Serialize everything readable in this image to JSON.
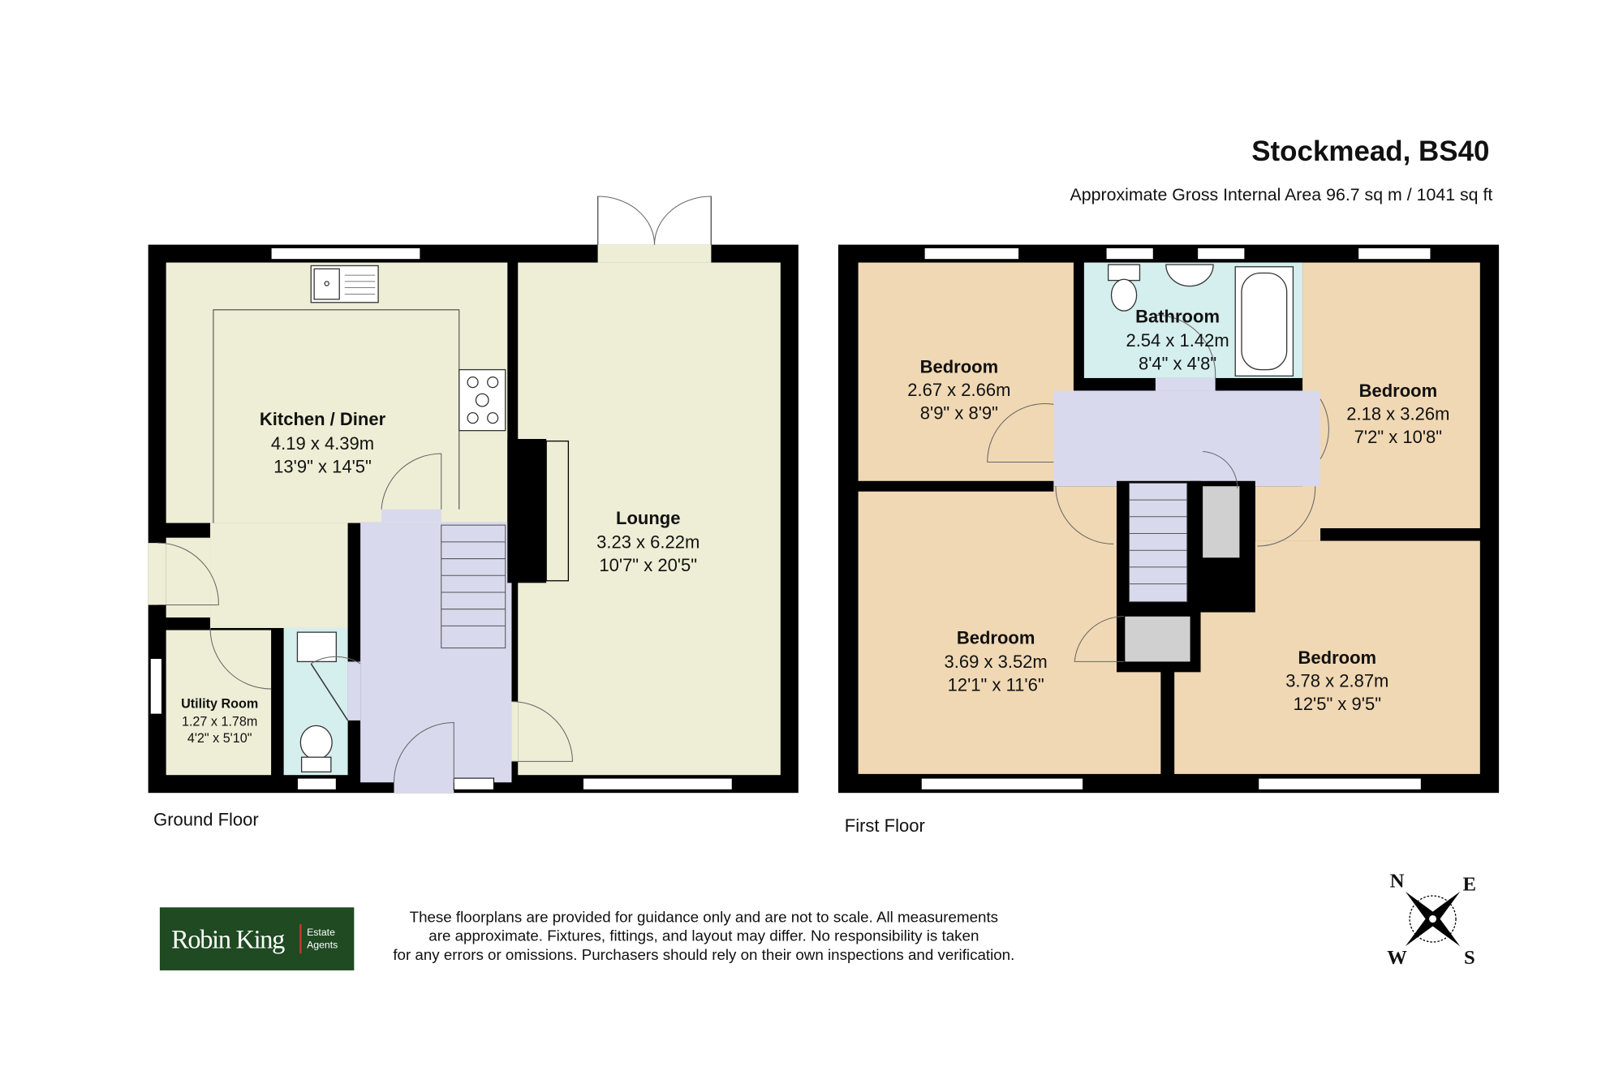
{
  "header": {
    "title": "Stockmead, BS40",
    "area": "Approximate Gross Internal Area 96.7 sq m / 1041 sq ft"
  },
  "ground_floor": {
    "label": "Ground Floor",
    "rooms": [
      {
        "name": "Kitchen / Diner",
        "metric": "4.19 x 4.39m",
        "imperial": "13'9\" x 14'5\""
      },
      {
        "name": "Lounge",
        "metric": "3.23 x 6.22m",
        "imperial": "10'7\" x 20'5\""
      },
      {
        "name": "Utility Room",
        "metric": "1.27 x 1.78m",
        "imperial": "4'2\" x 5'10\""
      }
    ]
  },
  "first_floor": {
    "label": "First Floor",
    "rooms": [
      {
        "name": "Bedroom",
        "metric": "2.67 x 2.66m",
        "imperial": "8'9\" x 8'9\""
      },
      {
        "name": "Bathroom",
        "metric": "2.54 x 1.42m",
        "imperial": "8'4\" x 4'8\""
      },
      {
        "name": "Bedroom",
        "metric": "2.18 x 3.26m",
        "imperial": "7'2\" x 10'8\""
      },
      {
        "name": "Bedroom",
        "metric": "3.69 x 3.52m",
        "imperial": "12'1\" x 11'6\""
      },
      {
        "name": "Bedroom",
        "metric": "3.78 x 2.87m",
        "imperial": "12'5\" x 9'5\""
      }
    ]
  },
  "footer": {
    "logo": {
      "brand": "Robin King",
      "sub1": "Estate",
      "sub2": "Agents",
      "bg_color": "#1f4a22",
      "accent": "#c0392b"
    },
    "disclaimer": [
      "These floorplans are provided for guidance only and are not to scale. All measurements",
      "are approximate. Fixtures, fittings, and layout may differ. No responsibility is taken",
      "for any errors or omissions. Purchasers should rely on their own inspections and verification."
    ]
  },
  "compass": {
    "n": "N",
    "e": "E",
    "s": "S",
    "w": "W",
    "icon": "compass-rose-icon"
  },
  "colors": {
    "kitchen": "#eeeed6",
    "hall": "#d9d9ee",
    "wc": "#d5eeee",
    "bedroom": "#f0d8b4",
    "wall": "#000000"
  }
}
